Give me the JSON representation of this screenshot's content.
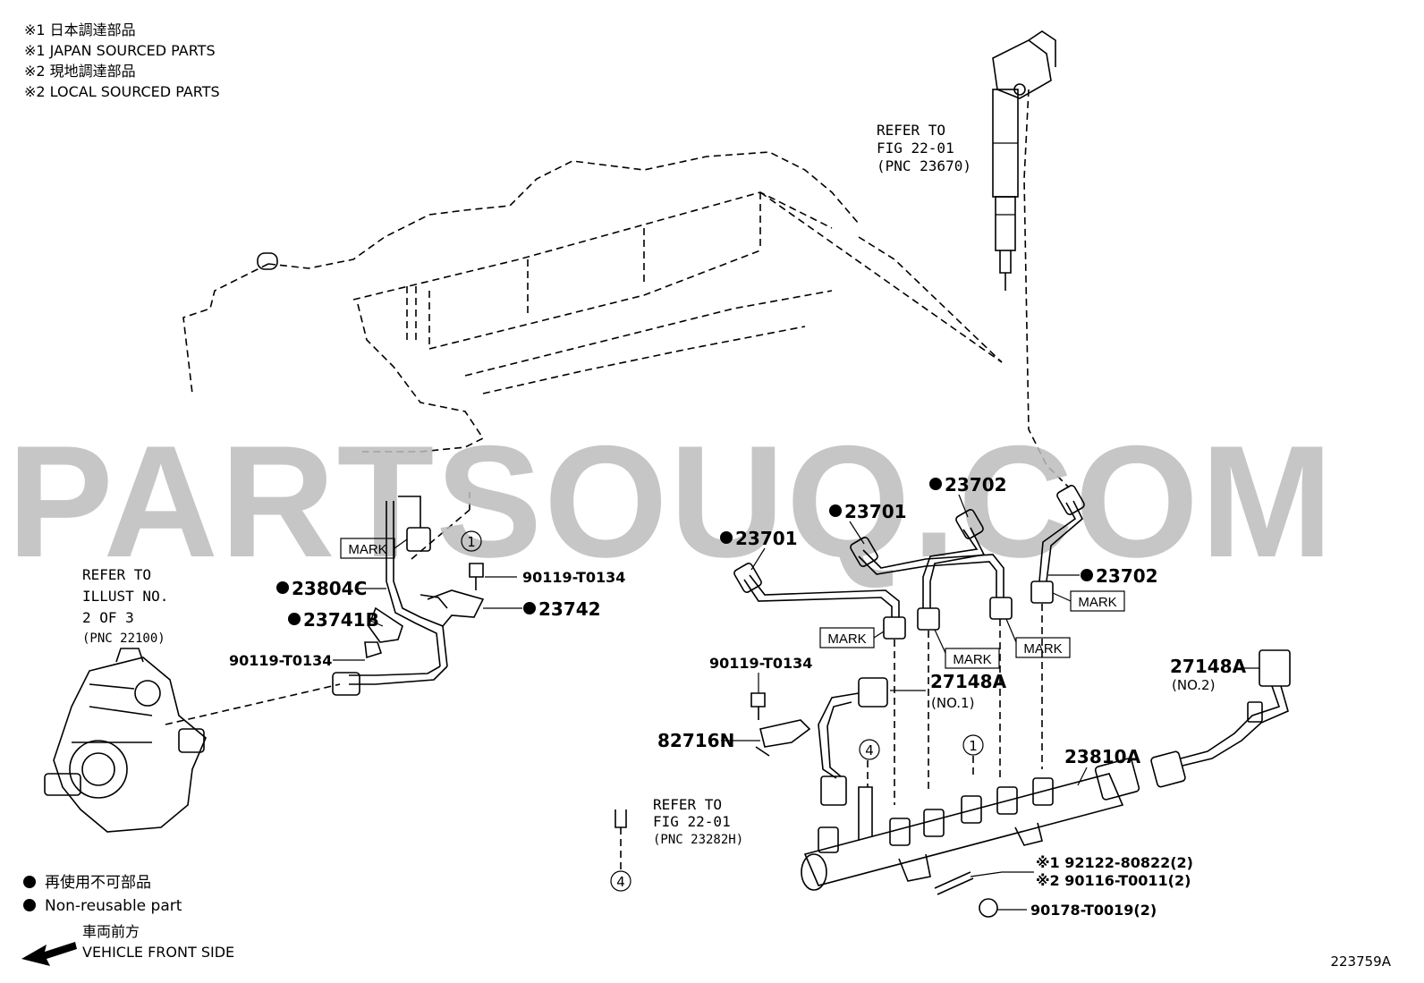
{
  "legend_top": [
    "※1 日本調達部品",
    "※1 JAPAN SOURCED PARTS",
    "※2 現地調達部品",
    "※2 LOCAL SOURCED PARTS"
  ],
  "watermark": "PARTSOUQ.COM",
  "refer_injector": [
    "REFER TO",
    "FIG 22-01",
    "(PNC 23670)"
  ],
  "refer_pump": [
    "REFER TO",
    "ILLUST NO.",
    "2 OF 3",
    "(PNC 22100)"
  ],
  "refer_plug": [
    "REFER TO",
    "FIG 22-01",
    "(PNC 23282H)"
  ],
  "mark_text": "MARK",
  "circle_1": "1",
  "circle_4": "4",
  "part_numbers": {
    "p23804c": "23804C",
    "p23741b": "23741B",
    "p23742": "23742",
    "p90119_a": "90119-T0134",
    "p90119_b": "90119-T0134",
    "p90119_c": "90119-T0134",
    "p23701_a": "23701",
    "p23701_b": "23701",
    "p23702_a": "23702",
    "p23702_b": "23702",
    "p27148a_1": "27148A",
    "p27148a_1_sub": "(NO.1)",
    "p27148a_2": "27148A",
    "p27148a_2_sub": "(NO.2)",
    "p82716n": "82716N",
    "p23810a": "23810A",
    "p92122": "※1 92122-80822(2)",
    "p90116": "※2 90116-T0011(2)",
    "p90178": "90178-T0019(2)"
  },
  "legend_bottom": {
    "jp": "再使用不可部品",
    "en": "Non-reusable part",
    "front_jp": "車両前方",
    "front_en": "VEHICLE FRONT SIDE"
  },
  "figure_id": "223759A"
}
